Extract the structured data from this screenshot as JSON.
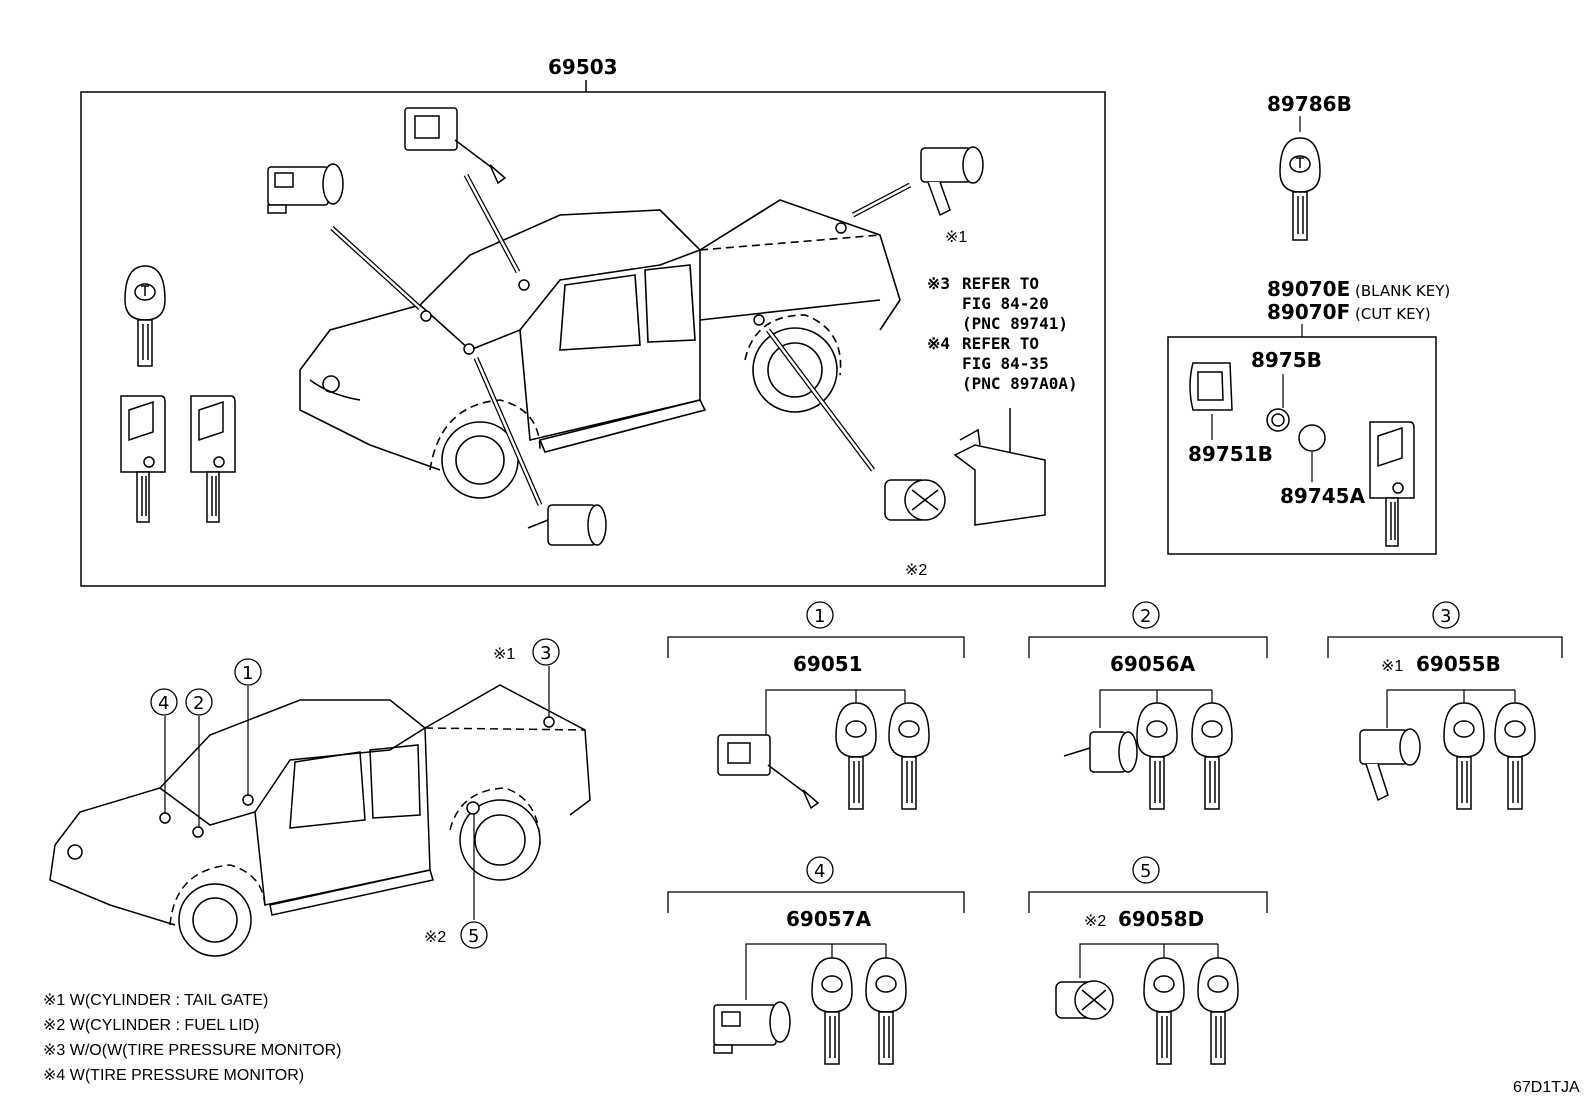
{
  "assembly": {
    "part_number": "69503"
  },
  "parts": {
    "key_89786B": "89786B",
    "blank_key": "89070E",
    "blank_key_note": "(BLANK KEY)",
    "cut_key": "89070F",
    "cut_key_note": "(CUT KEY)",
    "p8975B": "8975B",
    "p89751B": "89751B",
    "p89745A": "89745A"
  },
  "refs": {
    "r3_mark": "※3",
    "r3_line1": "REFER TO",
    "r3_line2": "FIG 84-20",
    "r3_line3": "(PNC 89741)",
    "r4_mark": "※4",
    "r4_line1": "REFER TO",
    "r4_line2": "FIG 84-35",
    "r4_line3": "(PNC 897A0A)"
  },
  "marks": {
    "m1": "※1",
    "m2": "※2"
  },
  "groups": [
    {
      "number": "1",
      "prefix": "",
      "part": "69051"
    },
    {
      "number": "2",
      "prefix": "",
      "part": "69056A"
    },
    {
      "number": "3",
      "prefix": "※1",
      "part": "69055B"
    },
    {
      "number": "4",
      "prefix": "",
      "part": "69057A"
    },
    {
      "number": "5",
      "prefix": "※2",
      "part": "69058D"
    }
  ],
  "truck_callouts": [
    "1",
    "2",
    "3",
    "4",
    "5"
  ],
  "notes": [
    "※1 W(CYLINDER : TAIL GATE)",
    "※2 W(CYLINDER : FUEL LID)",
    "※3 W/O(W(TIRE PRESSURE MONITOR)",
    "※4 W(TIRE PRESSURE MONITOR)"
  ],
  "diagram_code": "67D1TJA"
}
